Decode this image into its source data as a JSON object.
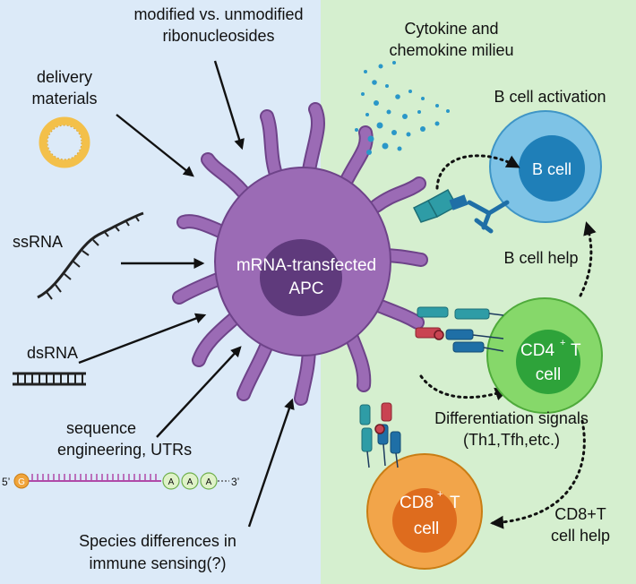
{
  "colors": {
    "left_bg": "#dceaf8",
    "right_bg": "#d5efcf",
    "apc_body": "#9b6bb5",
    "apc_outline": "#6e4389",
    "apc_nucleus": "#5f3a7c",
    "b_cell_outer": "#7ec3e6",
    "b_cell_inner": "#1f7fb8",
    "cd4_outer": "#86d86a",
    "cd4_inner": "#2ea33a",
    "cd8_outer": "#f2a54a",
    "cd8_inner": "#de6c1e",
    "cytokine_dots": "#2a97c8"
  },
  "labels": {
    "modified_ribo": [
      "modified vs. unmodified",
      "ribonucleosides"
    ],
    "delivery": [
      "delivery",
      "materials"
    ],
    "ssrna": "ssRNA",
    "dsrna": "dsRNA",
    "sequence": [
      "sequence",
      "engineering, UTRs"
    ],
    "species": [
      "Species differences in",
      "immune sensing(?)"
    ],
    "cytokine": [
      "Cytokine and",
      "chemokine milieu"
    ],
    "b_activation": "B cell activation",
    "b_cell": "B cell",
    "b_help": "B cell help",
    "apc": [
      "mRNA-transfected",
      "APC"
    ],
    "cd4_main": "CD4",
    "cd4_sup": "+",
    "cd4_t": "T",
    "cd4_cell": "cell",
    "diff_signals": [
      "Differentiation signals",
      "(Th1,Tfh,etc.)"
    ],
    "cd8_main": "CD8",
    "cd8_sup": "+",
    "cd8_t": "T",
    "cd8_cell": "cell",
    "cd8_help": [
      "CD8+T",
      "cell help"
    ]
  },
  "mrna_construct": {
    "five_prime": "5’",
    "cap": "G",
    "polya": [
      "A",
      "A",
      "A"
    ],
    "three_prime": "3’"
  }
}
